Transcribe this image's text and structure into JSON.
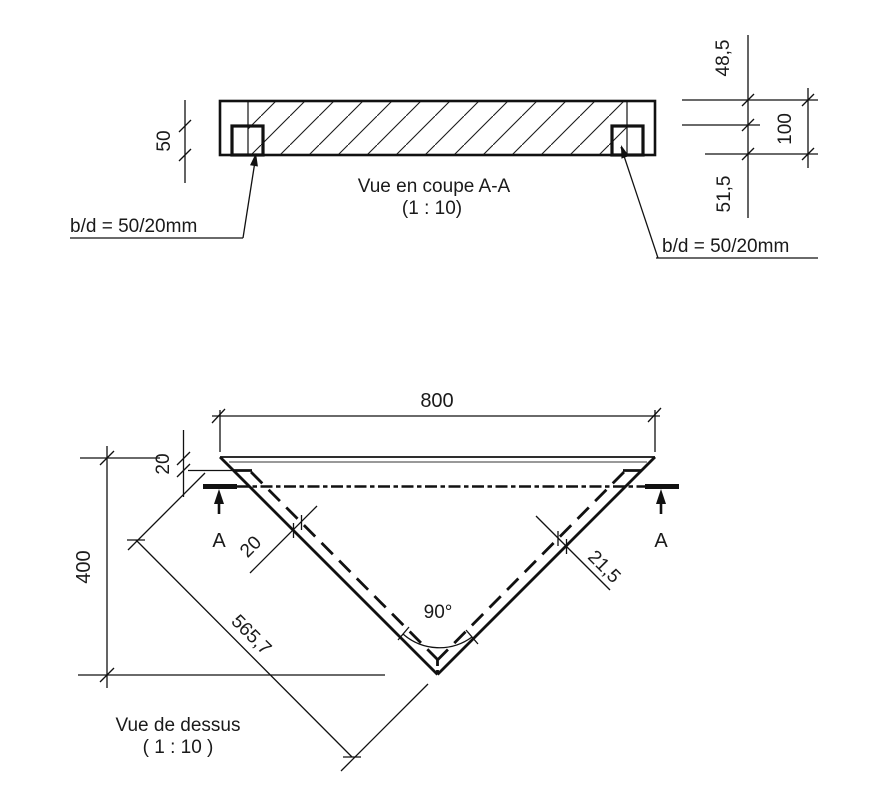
{
  "drawing": {
    "section_view": {
      "title": "Vue en coupe A-A",
      "scale": "(1 : 10)",
      "dims": {
        "notch_height": "50",
        "top_offset": "48,5",
        "total_height": "100",
        "bottom_offset": "51,5"
      },
      "labels": {
        "left_notch": "b/d = 50/20mm",
        "right_notch": "b/d = 50/20mm"
      }
    },
    "top_view": {
      "title": "Vue de dessus",
      "scale": "( 1 : 10 )",
      "dims": {
        "width": "800",
        "height": "400",
        "edge_offset_top": "20",
        "groove_width_left": "20",
        "groove_width_right": "21,5",
        "edge_length": "565,7",
        "apex_angle": "90°"
      },
      "section_marks": {
        "left": "A",
        "right": "A"
      }
    }
  }
}
